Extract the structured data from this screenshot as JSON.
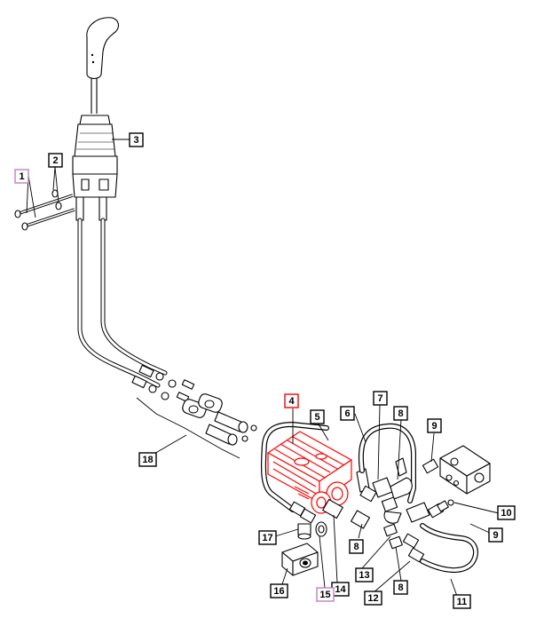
{
  "colors": {
    "highlight": "#ff0000",
    "selected_callout": "#c080c0",
    "line": "#000000",
    "background": "#ffffff"
  },
  "callouts": [
    {
      "id": "c1",
      "label": "1",
      "state": "selected"
    },
    {
      "id": "c2",
      "label": "2",
      "state": "normal"
    },
    {
      "id": "c3",
      "label": "3",
      "state": "normal"
    },
    {
      "id": "c4",
      "label": "4",
      "state": "highlighted"
    },
    {
      "id": "c5",
      "label": "5",
      "state": "normal"
    },
    {
      "id": "c6",
      "label": "6",
      "state": "normal"
    },
    {
      "id": "c7",
      "label": "7",
      "state": "normal"
    },
    {
      "id": "c8a",
      "label": "8",
      "state": "normal"
    },
    {
      "id": "c8b",
      "label": "8",
      "state": "normal"
    },
    {
      "id": "c8c",
      "label": "8",
      "state": "normal"
    },
    {
      "id": "c9a",
      "label": "9",
      "state": "normal"
    },
    {
      "id": "c9b",
      "label": "9",
      "state": "normal"
    },
    {
      "id": "c10",
      "label": "10",
      "state": "normal"
    },
    {
      "id": "c11",
      "label": "11",
      "state": "normal"
    },
    {
      "id": "c12",
      "label": "12",
      "state": "normal"
    },
    {
      "id": "c13",
      "label": "13",
      "state": "normal"
    },
    {
      "id": "c14",
      "label": "14",
      "state": "normal"
    },
    {
      "id": "c15",
      "label": "15",
      "state": "selected"
    },
    {
      "id": "c16",
      "label": "16",
      "state": "normal"
    },
    {
      "id": "c17",
      "label": "17",
      "state": "normal"
    },
    {
      "id": "c18",
      "label": "18",
      "state": "normal"
    }
  ]
}
